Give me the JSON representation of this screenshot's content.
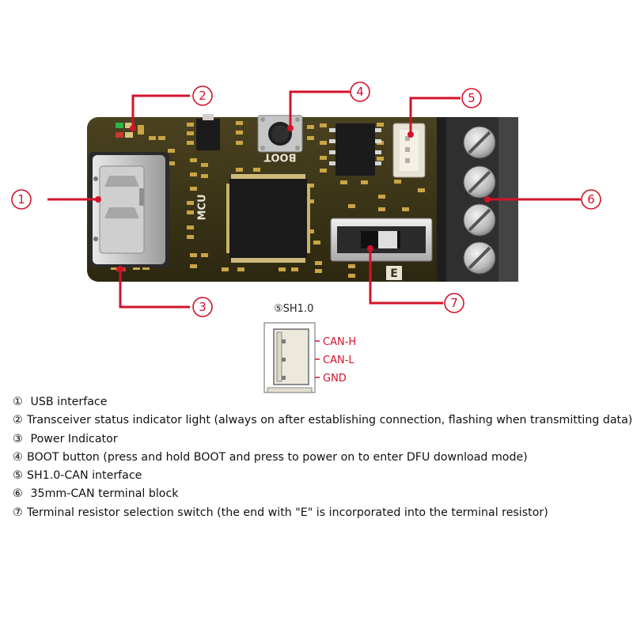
{
  "callouts": [
    {
      "id": 1,
      "symbol": "①"
    },
    {
      "id": 2,
      "symbol": "②"
    },
    {
      "id": 3,
      "symbol": "③"
    },
    {
      "id": 4,
      "symbol": "④"
    },
    {
      "id": 5,
      "symbol": "⑤"
    },
    {
      "id": 6,
      "symbol": "⑥"
    },
    {
      "id": 7,
      "symbol": "⑦"
    }
  ],
  "board": {
    "mcu_label": "MCU",
    "boot_label": "BOOT",
    "switch_mark": "E"
  },
  "connector_detail": {
    "title": "⑤SH1.0",
    "pins": [
      "CAN-H",
      "CAN-L",
      "GND"
    ]
  },
  "legend": [
    {
      "num": "①",
      "text": "USB interface"
    },
    {
      "num": "②",
      "text": "Transceiver status indicator light (always on after establishing connection, flashing when transmitting data)"
    },
    {
      "num": "③",
      "text": "Power Indicator"
    },
    {
      "num": "④",
      "text": "BOOT button (press and hold BOOT and press to power on to enter DFU download mode)"
    },
    {
      "num": "⑤",
      "text": "SH1.0-CAN interface"
    },
    {
      "num": "⑥",
      "text": "35mm-CAN terminal block"
    },
    {
      "num": "⑦",
      "text": "Terminal resistor selection switch (the end with \"E\" is incorporated into the terminal resistor)"
    }
  ],
  "colors": {
    "callout": "#d3132b",
    "pcb": "#3a3418",
    "pads": "#c9a544",
    "terminal_block": "#3b3b3b"
  }
}
